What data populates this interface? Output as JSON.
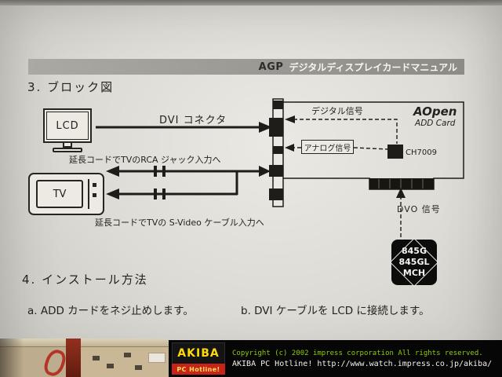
{
  "header": {
    "product": "AGP",
    "title": "デジタルディスプレイカードマニュアル"
  },
  "section3": {
    "heading": "3. ブロック図"
  },
  "diagram": {
    "lcd_label": "LCD",
    "tv_label": "TV",
    "dvi_connector": "DVI コネクタ",
    "digital_signal": "デジタル信号",
    "analog_signal": "アナログ信号",
    "rca_note": "延長コードでTVのRCA ジャック入力へ",
    "svideo_note": "延長コードでTVの S-Video ケーブル入力へ",
    "dvo_signal": "DVO 信号",
    "encoder_chip": "CH7009",
    "card_brand": "AOpen",
    "card_type": "ADD Card",
    "chipset": {
      "line1": "845G",
      "line2": "845GL",
      "line3": "MCH"
    }
  },
  "section4": {
    "heading": "4. インストール方法",
    "step_a": "a. ADD カードをネジ止めします。",
    "step_b": "b. DVI ケーブルを LCD に接続します。"
  },
  "footer": {
    "logo_line1": "AKIBA",
    "logo_line2": "PC Hotline!",
    "copyright": "Copyright (c) 2002 impress corporation All rights reserved.",
    "site_line": "AKIBA PC Hotline! http://www.watch.impress.co.jp/akiba/"
  },
  "colors": {
    "banner_black": "#060606",
    "copyright_green": "#8fce00",
    "logo_yellow": "#ffd90a",
    "logo_red": "#c8231a",
    "header_bar_gray": "#9a9892",
    "ink_black": "#26251f"
  }
}
